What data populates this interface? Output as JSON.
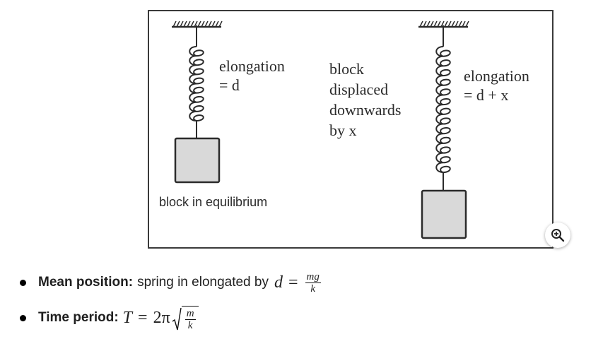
{
  "diagram": {
    "left_label_line1": "elongation",
    "left_label_line2": "= d",
    "middle_label_line1": "block",
    "middle_label_line2": "displaced",
    "middle_label_line3": "downwards",
    "middle_label_line4": "by x",
    "right_label_line1": "elongation",
    "right_label_line2": "= d + x",
    "caption": "block in equilibrium",
    "block_fill": "#d9d9d9",
    "stroke_color": "#2b2b2b"
  },
  "zoom": {
    "icon": "zoom-in-icon"
  },
  "bullets": [
    {
      "label": "Mean position:",
      "text": "spring in elongated by",
      "lhs": "d",
      "eq": "=",
      "numerator": "mg",
      "denominator": "k"
    },
    {
      "label": "Time period:",
      "lhs": "T",
      "eq": "=",
      "coefficient": "2π",
      "numerator": "m",
      "denominator": "k"
    }
  ]
}
